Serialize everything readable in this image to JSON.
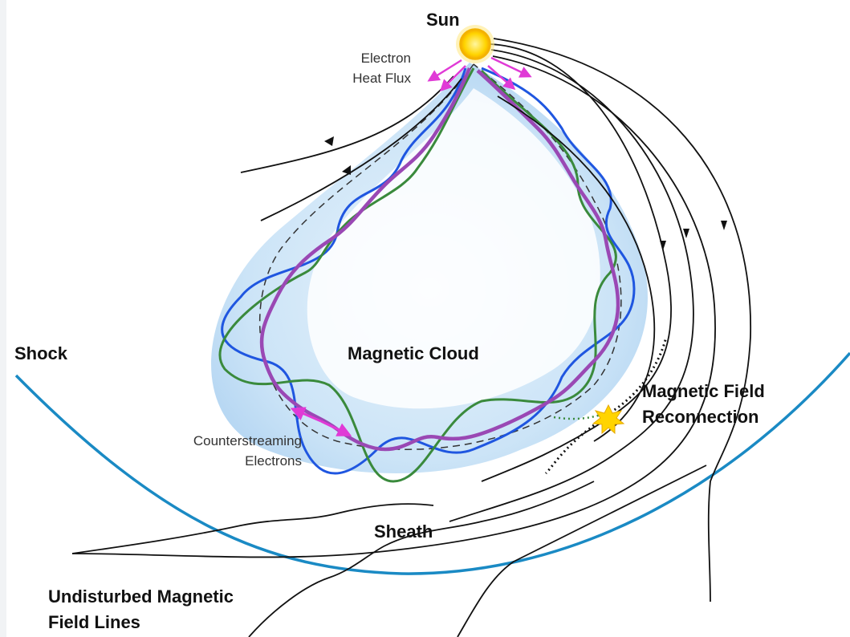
{
  "labels": {
    "sun": "Sun",
    "electron_heat_flux_line1": "Electron",
    "electron_heat_flux_line2": "Heat Flux",
    "shock": "Shock",
    "magnetic_cloud": "Magnetic Cloud",
    "counterstreaming_line1": "Counterstreaming",
    "counterstreaming_line2": "Electrons",
    "reconnection_line1": "Magnetic Field",
    "reconnection_line2": "Reconnection",
    "sheath": "Sheath",
    "undisturbed_line1": "Undisturbed Magnetic",
    "undisturbed_line2": "Field Lines"
  },
  "colors": {
    "cloud_fill": "#b9d9f2",
    "shock_line": "#1a8ac4",
    "flux_rope_blue": "#1f56e0",
    "flux_rope_green": "#3a8a3c",
    "flux_rope_purple": "#9a48b4",
    "electron_arrows": "#e03ad6",
    "sun": "#ffd400",
    "field_lines": "#111111"
  }
}
